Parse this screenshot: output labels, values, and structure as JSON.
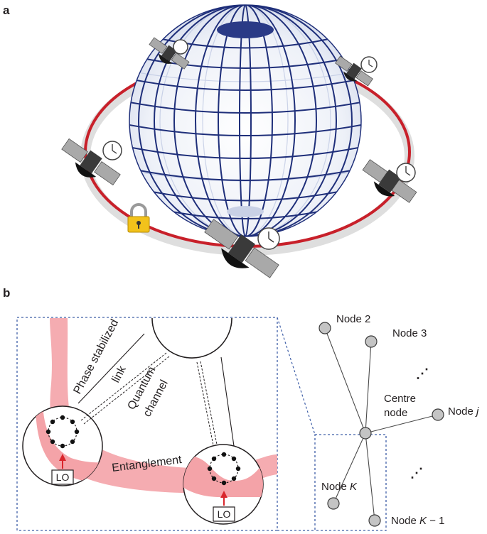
{
  "panels": {
    "a": "a",
    "b": "b"
  },
  "diagram_a": {
    "colors": {
      "orbit": "#c8202a",
      "globe_grid": "#1f2f7a",
      "globe_light": "#dfe6f4"
    }
  },
  "diagram_b": {
    "inset": {
      "phase_link_line1": "Phase stabilized",
      "phase_link_line2": "link",
      "quantum_line1": "Quantum",
      "quantum_line2": "channel",
      "entanglement": "Entanglement",
      "lo_left": "LO",
      "lo_right": "LO"
    },
    "network": {
      "node2": "Node 2",
      "node3": "Node 3",
      "nodej_prefix": "Node",
      "nodej_var": "j",
      "centre_line1": "Centre",
      "centre_line2": "node",
      "nodek_prefix": "Node",
      "nodek_var": "K",
      "nodek1_prefix": "Node",
      "nodek1_var": "K",
      "nodek1_suffix": " − 1",
      "ellipsis_top": "⋰",
      "ellipsis_bottom": "⋰"
    },
    "colors": {
      "entanglement": "#f4a3a8",
      "dashed_box": "#3f5fa8",
      "node_fill": "#c4c4c4",
      "arrow": "#d9262c"
    }
  }
}
